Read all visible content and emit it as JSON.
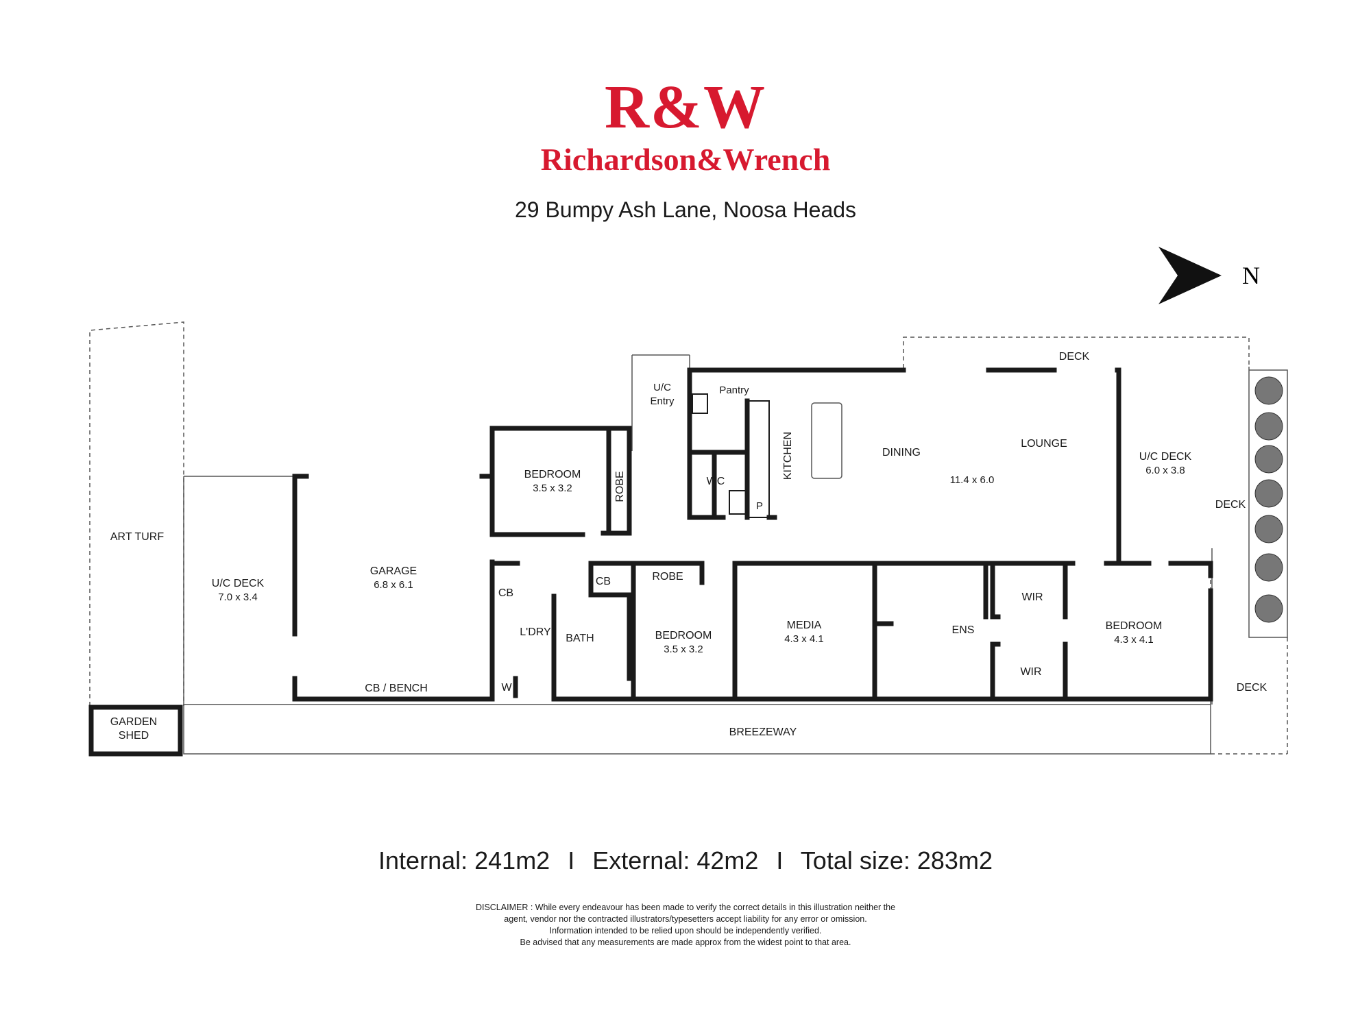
{
  "brand": {
    "mark": "R&W",
    "name": "Richardson&Wrench",
    "color": "#d7192f"
  },
  "address": "29 Bumpy Ash Lane, Noosa Heads",
  "compass": {
    "label": "N",
    "icon": "north-arrow-icon"
  },
  "rooms": {
    "art_turf": {
      "label": "ART TURF"
    },
    "garden_shed": {
      "label": "GARDEN",
      "label2": "SHED"
    },
    "uc_deck_left": {
      "label": "U/C DECK",
      "dims": "7.0 x 3.4"
    },
    "garage": {
      "label": "GARAGE",
      "dims": "6.8 x 6.1"
    },
    "cb_bench": {
      "label": "CB / BENCH"
    },
    "bedroom_top": {
      "label": "BEDROOM",
      "dims": "3.5 x 3.2"
    },
    "robe_top": {
      "label": "ROBE"
    },
    "uc_entry": {
      "label": "U/C",
      "label2": "Entry"
    },
    "pantry": {
      "label": "Pantry"
    },
    "wc": {
      "label": "WC"
    },
    "p": {
      "label": "P"
    },
    "kitchen": {
      "label": "KITCHEN"
    },
    "dining": {
      "label": "DINING"
    },
    "lounge": {
      "label": "LOUNGE"
    },
    "living_dims": {
      "dims": "11.4 x 6.0"
    },
    "deck_top": {
      "label": "DECK"
    },
    "uc_deck_right": {
      "label": "U/C DECK",
      "dims": "6.0 x 3.8"
    },
    "deck_right": {
      "label": "DECK"
    },
    "cb_left": {
      "label": "CB"
    },
    "laundry": {
      "label": "L'DRY"
    },
    "w": {
      "label": "W"
    },
    "cb_bath": {
      "label": "CB"
    },
    "robe_mid": {
      "label": "ROBE"
    },
    "bath": {
      "label": "BATH"
    },
    "bedroom_mid": {
      "label": "BEDROOM",
      "dims": "3.5 x 3.2"
    },
    "media": {
      "label": "MEDIA",
      "dims": "4.3 x 4.1"
    },
    "ens": {
      "label": "ENS"
    },
    "wir_top": {
      "label": "WIR"
    },
    "wir_bottom": {
      "label": "WIR"
    },
    "bedroom_main": {
      "label": "BEDROOM",
      "dims": "4.3 x 4.1"
    },
    "deck_bottom_right": {
      "label": "DECK"
    },
    "breezeway": {
      "label": "BREEZEWAY"
    }
  },
  "sizes": {
    "internal_label": "Internal:",
    "internal_value": "241m2",
    "external_label": "External:",
    "external_value": "42m2",
    "total_label": "Total size:",
    "total_value": "283m2",
    "separator": "I"
  },
  "disclaimer": [
    "DISCLAIMER : While every endeavour has been made to verify the correct details in this illustration neither the",
    "agent, vendor nor the contracted illustrators/typesetters accept liability for any error or omission.",
    "Information intended to be relied upon should be independently verified.",
    "Be advised that any measurements are made approx from the widest point to that area."
  ],
  "colors": {
    "wall": "#1a1a1a",
    "outline": "#555555"
  }
}
